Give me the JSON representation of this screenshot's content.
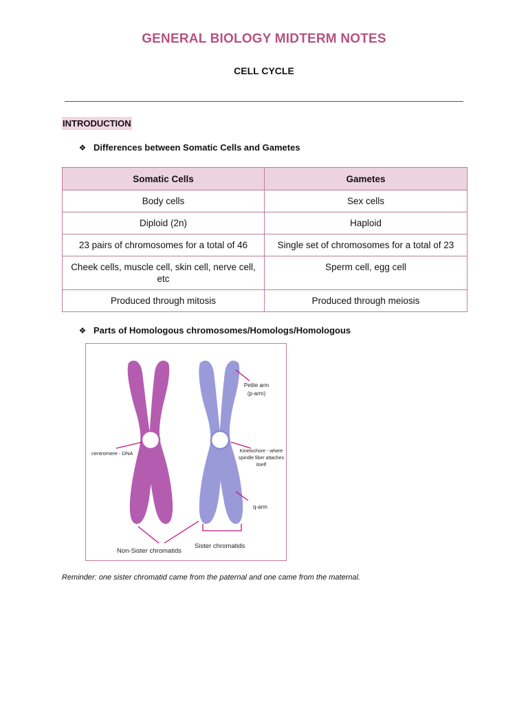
{
  "header": {
    "title": "GENERAL BIOLOGY MIDTERM NOTES",
    "subtitle": "CELL CYCLE"
  },
  "section": {
    "heading": "INTRODUCTION"
  },
  "bullets": [
    "Differences between Somatic Cells and Gametes",
    "Parts of Homologous chromosomes/Homologs/Homologous"
  ],
  "bullet_glyph": "❖",
  "table": {
    "headers": [
      "Somatic Cells",
      "Gametes"
    ],
    "rows": [
      [
        "Body cells",
        "Sex cells"
      ],
      [
        "Diploid (2n)",
        "Haploid"
      ],
      [
        "23 pairs of chromosomes for a total of 46",
        "Single set of chromosomes for a total of 23"
      ],
      [
        "Cheek cells, muscle cell, skin cell, nerve cell, etc",
        "Sperm cell, egg cell"
      ],
      [
        "Produced through mitosis",
        "Produced through meiosis"
      ]
    ]
  },
  "figure": {
    "labels": {
      "petite_arm_1": "Petite arm",
      "petite_arm_2": "(p-arm)",
      "centromere": "centromere - DNA",
      "kinetochore_1": "Kinetochore - where",
      "kinetochore_2": "spindle fiber attaches",
      "kinetochore_3": "itself",
      "q_arm": "q-arm",
      "sister": "Sister chromatids",
      "non_sister": "Non-Sister chromatids"
    },
    "colors": {
      "left_chromosome": "#b45db0",
      "right_chromosome": "#9b9ad9",
      "pointer": "#c0147e"
    }
  },
  "reminder": "Reminder: one sister chromatid came from the paternal and one came from the maternal."
}
